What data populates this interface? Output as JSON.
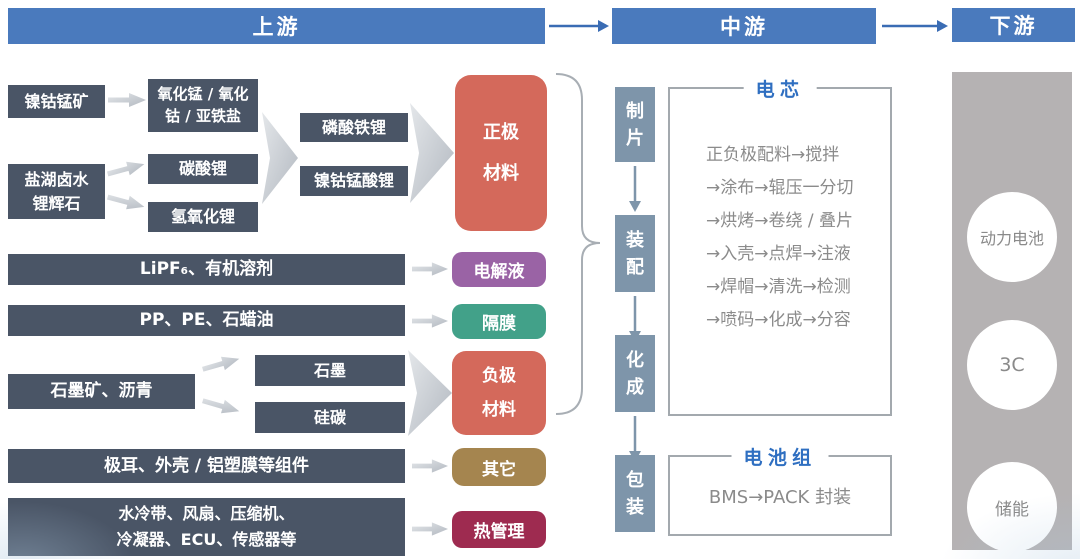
{
  "headers": {
    "upstream": "上游",
    "midstream": "中游",
    "downstream": "下游"
  },
  "upstream": {
    "nickel_ore": "镍钴锰矿",
    "manganese_cobalt_salts": "氧化锰 / 氧化\n钴 / 亚铁盐",
    "salt_lake": "盐湖卤水\n锂辉石",
    "lithium_carbonate": "碳酸锂",
    "lithium_hydroxide": "氢氧化锂",
    "lfp": "磷酸铁锂",
    "ncm": "镍钴锰酸锂",
    "cathode": "正极\n材料",
    "electrolyte_raw": "LiPF₆、有机溶剂",
    "electrolyte": "电解液",
    "separator_raw": "PP、PE、石蜡油",
    "separator": "隔膜",
    "graphite_ore": "石墨矿、沥青",
    "graphite": "石墨",
    "silicon_carbon": "硅碳",
    "anode": "负极\n材料",
    "components_raw": "极耳、外壳 / 铝塑膜等组件",
    "other": "其它",
    "thermal_raw": "水冷带、风扇、压缩机、\n冷凝器、ECU、传感器等",
    "thermal": "热管理"
  },
  "midstream": {
    "steps": [
      "制片",
      "装配",
      "化成",
      "包装"
    ],
    "cell_panel": {
      "title": "电芯",
      "lines": [
        "正负极配料→搅拌",
        "→涂布→辊压一分切",
        "→烘烤→卷绕 / 叠片",
        "→入壳→点焊→注液",
        "→焊帽→清洗→检测",
        "→喷码→化成→分容"
      ]
    },
    "pack_panel": {
      "title": "电池组",
      "content": "BMS→PACK 封装"
    }
  },
  "downstream": {
    "items": [
      "动力电池",
      "3C",
      "储能"
    ]
  },
  "colors": {
    "header_blue": "#4a7abd",
    "dark_box": "#4a5566",
    "cathode_red": "#d4695b",
    "electrolyte_purple": "#9a63a5",
    "separator_green": "#42a189",
    "other_tan": "#a5854f",
    "thermal_crimson": "#9e2b50",
    "step_gray_blue": "#7e95aa",
    "downstream_panel_gray": "#b5b2b3",
    "panel_title_blue": "#2f6fc1",
    "process_text_gray": "#8b8b8b"
  }
}
